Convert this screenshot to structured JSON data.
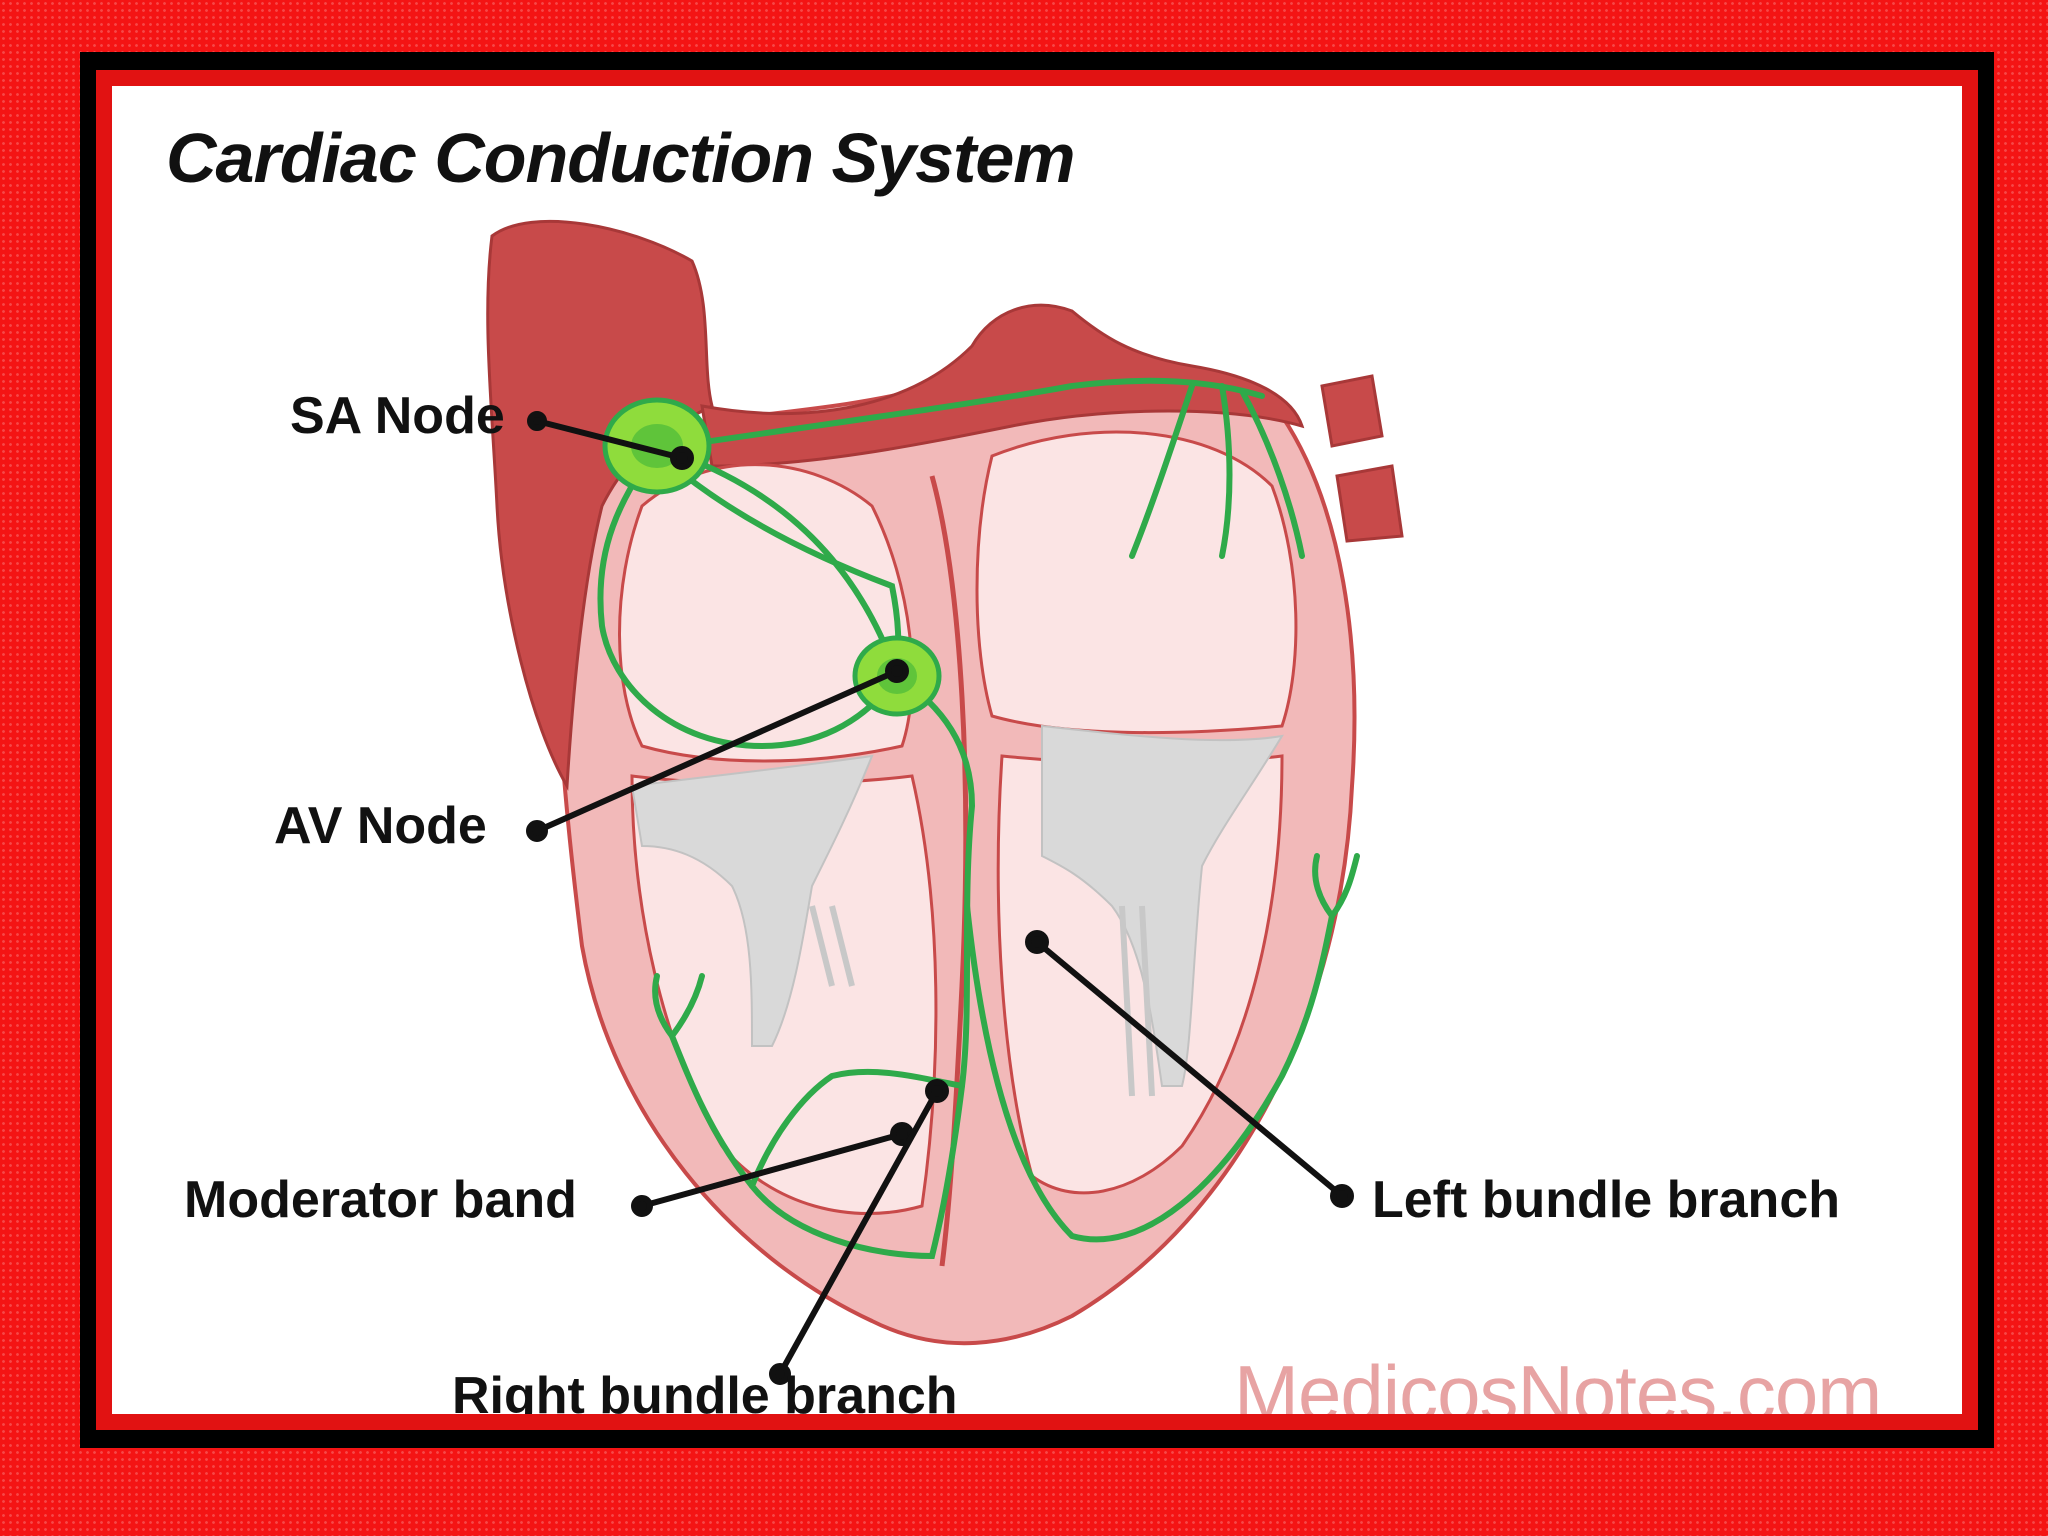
{
  "title": "Cardiac Conduction System",
  "labels": {
    "sa_node": "SA Node",
    "av_node": "AV Node",
    "moderator_band": "Moderator band",
    "left_bundle_branch": "Left bundle branch",
    "right_bundle_branch": "Right bundle branch"
  },
  "watermark": "MedicosNotes.com",
  "colors": {
    "background_red": "#f41414",
    "heart_dark_red": "#c84a4a",
    "heart_pink": "#f2b9b9",
    "chamber_light": "#fbe4e4",
    "valve_grey": "#d9d9d9",
    "conduction_green": "#2faa4a",
    "node_green": "#8fdc3c"
  }
}
